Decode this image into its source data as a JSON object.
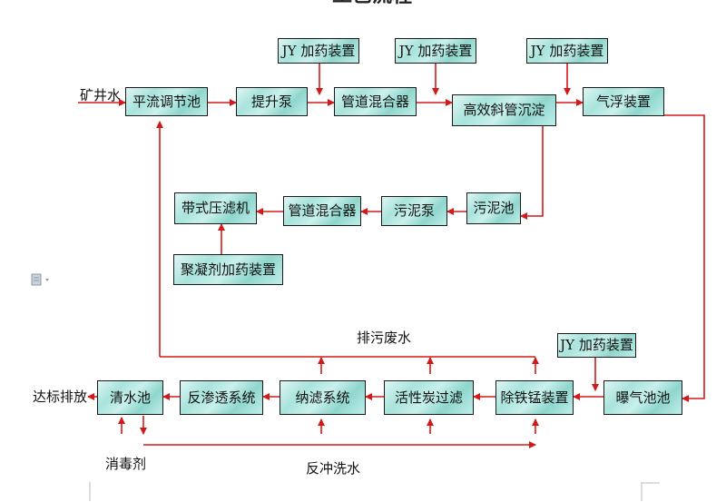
{
  "header_title": "工艺流程",
  "inputs": {
    "mine_water": "矿井水",
    "discharge": "达标排放",
    "disinfectant": "消毒剂",
    "drain_water": "排污废水",
    "backwash_water": "反冲洗水"
  },
  "boxes": {
    "equalization": "平流调节池",
    "lift_pump": "提升泵",
    "pipe_mixer_1": "管道混合器",
    "inclined_tube": "高效斜管沉淀",
    "flotation": "气浮装置",
    "jy_1": "JY 加药装置",
    "jy_2": "JY 加药装置",
    "jy_3": "JY 加药装置",
    "jy_4": "JY 加药装置",
    "belt_press": "带式压滤机",
    "pipe_mixer_2": "管道混合器",
    "sludge_pump": "污泥泵",
    "sludge_tank": "污泥池",
    "coagulant_dosing": "聚凝剂加药装置",
    "clear_water": "清水池",
    "reverse_osmosis": "反渗透系统",
    "nanofiltration": "纳滤系统",
    "activated_carbon": "活性炭过滤",
    "iron_mn_removal": "除铁锰装置",
    "aeration": "曝气池池"
  }
}
